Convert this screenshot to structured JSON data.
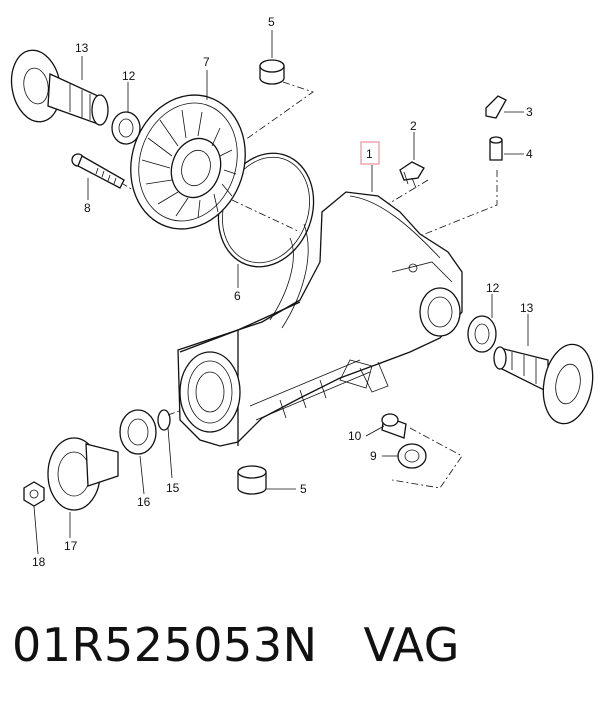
{
  "callouts": {
    "c1": "1",
    "c2": "2",
    "c3": "3",
    "c4": "4",
    "c5a": "5",
    "c5b": "5",
    "c6": "6",
    "c7": "7",
    "c8": "8",
    "c9": "9",
    "c10": "10",
    "c12a": "12",
    "c12b": "12",
    "c13a": "13",
    "c13b": "13",
    "c15": "15",
    "c16": "16",
    "c17": "17",
    "c18": "18"
  },
  "colors": {
    "highlight": "#e89aa5",
    "ink": "#111111"
  },
  "footer": {
    "part_number": "01R525053N",
    "brand": "VAG"
  }
}
